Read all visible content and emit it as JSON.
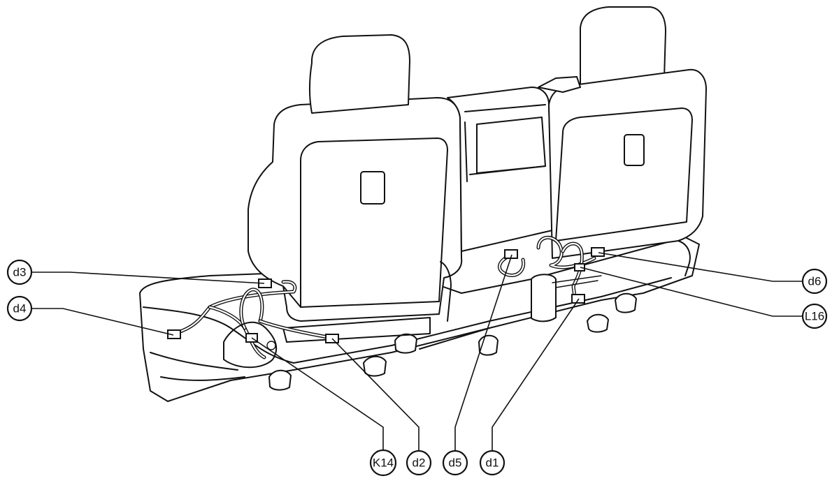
{
  "callouts": {
    "d3": "d3",
    "d4": "d4",
    "d6": "d6",
    "L16": "L16",
    "K14": "K14",
    "d2": "d2",
    "d5": "d5",
    "d1": "d1"
  }
}
